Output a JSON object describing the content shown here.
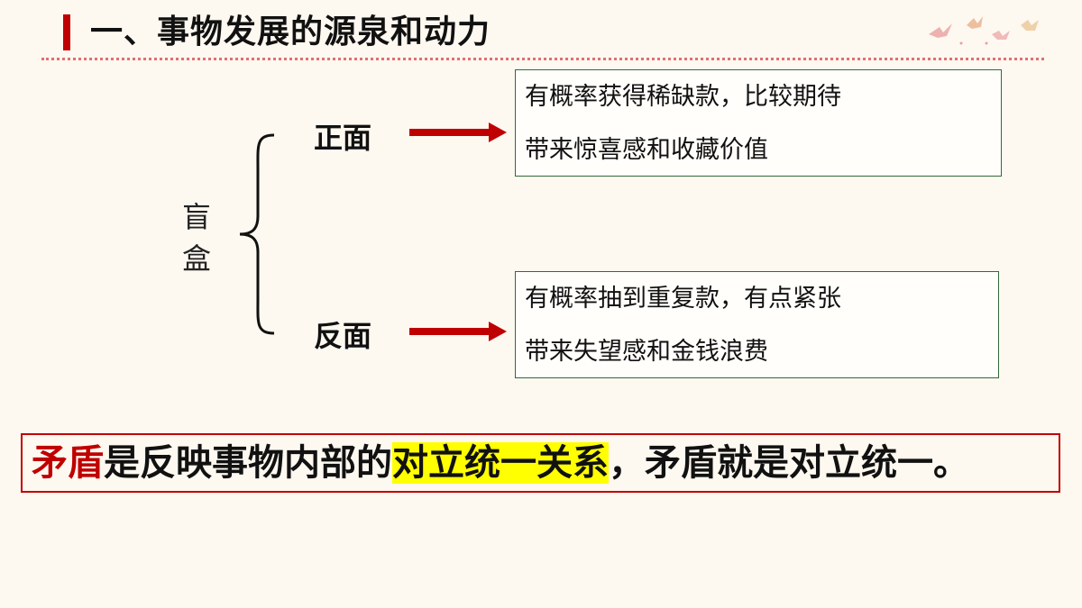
{
  "header": {
    "title": "一、事物发展的源泉和动力"
  },
  "diagram": {
    "root": [
      "盲",
      "盒"
    ],
    "branches": [
      {
        "label": "正面",
        "lines": [
          "有概率获得稀缺款，比较期待",
          "带来惊喜感和收藏价值"
        ]
      },
      {
        "label": "反面",
        "lines": [
          "有概率抽到重复款，有点紧张",
          "带来失望感和金钱浪费"
        ]
      }
    ]
  },
  "conclusion": {
    "part1": "矛盾",
    "part2": "是反映事物内部的",
    "part3": "对立统一关系",
    "part4": "，矛盾就是对立统一。"
  },
  "colors": {
    "accent": "#c00000",
    "highlight": "#ffff00",
    "box_border": "#2f6b3a",
    "background": "#fdf8f0"
  }
}
